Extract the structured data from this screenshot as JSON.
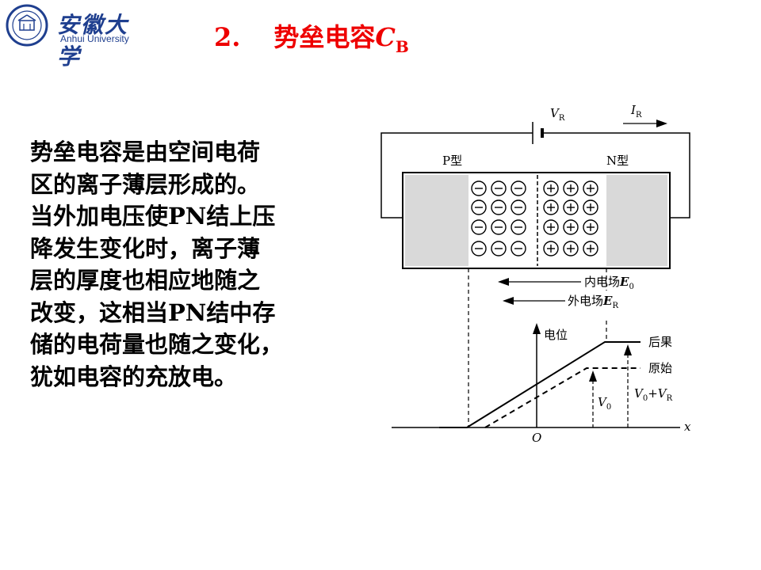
{
  "header": {
    "logo_name_zh": "安徽大学",
    "logo_name_en": "Anhui University",
    "title_number": "2.",
    "title_text": "势垒电容",
    "title_symbol": "C",
    "title_subscript": "B"
  },
  "body_lines": [
    "势垒电容是由空间电荷",
    "区的离子薄层形成的。",
    "当外加电压使PN结上压",
    "降发生变化时，离子薄",
    "层的厚度也相应地随之",
    "改变，这相当PN结中存",
    "储的电荷量也随之变化，",
    "犹如电容的充放电。"
  ],
  "diagram": {
    "vr_label": "V",
    "vr_sub": "R",
    "ir_label": "I",
    "ir_sub": "R",
    "p_label": "P型",
    "n_label": "N型",
    "neg_symbol": "−",
    "pos_symbol": "+",
    "inner_field_label": "内电场",
    "inner_field_symbol": "E",
    "inner_field_sub": "0",
    "outer_field_label": "外电场",
    "outer_field_symbol": "E",
    "outer_field_sub": "R",
    "potential_label": "电位",
    "after_label": "后果",
    "original_label": "原始",
    "v0_label": "V",
    "v0_sub": "0",
    "v0vr_a": "V",
    "v0vr_a_sub": "0",
    "v0vr_plus": "+",
    "v0vr_b": "V",
    "v0vr_b_sub": "R",
    "origin_label": "O",
    "x_label": "x"
  },
  "colors": {
    "title": "#ee0000",
    "logo": "#1f3f8f",
    "p_region": "#d9d9d9"
  }
}
